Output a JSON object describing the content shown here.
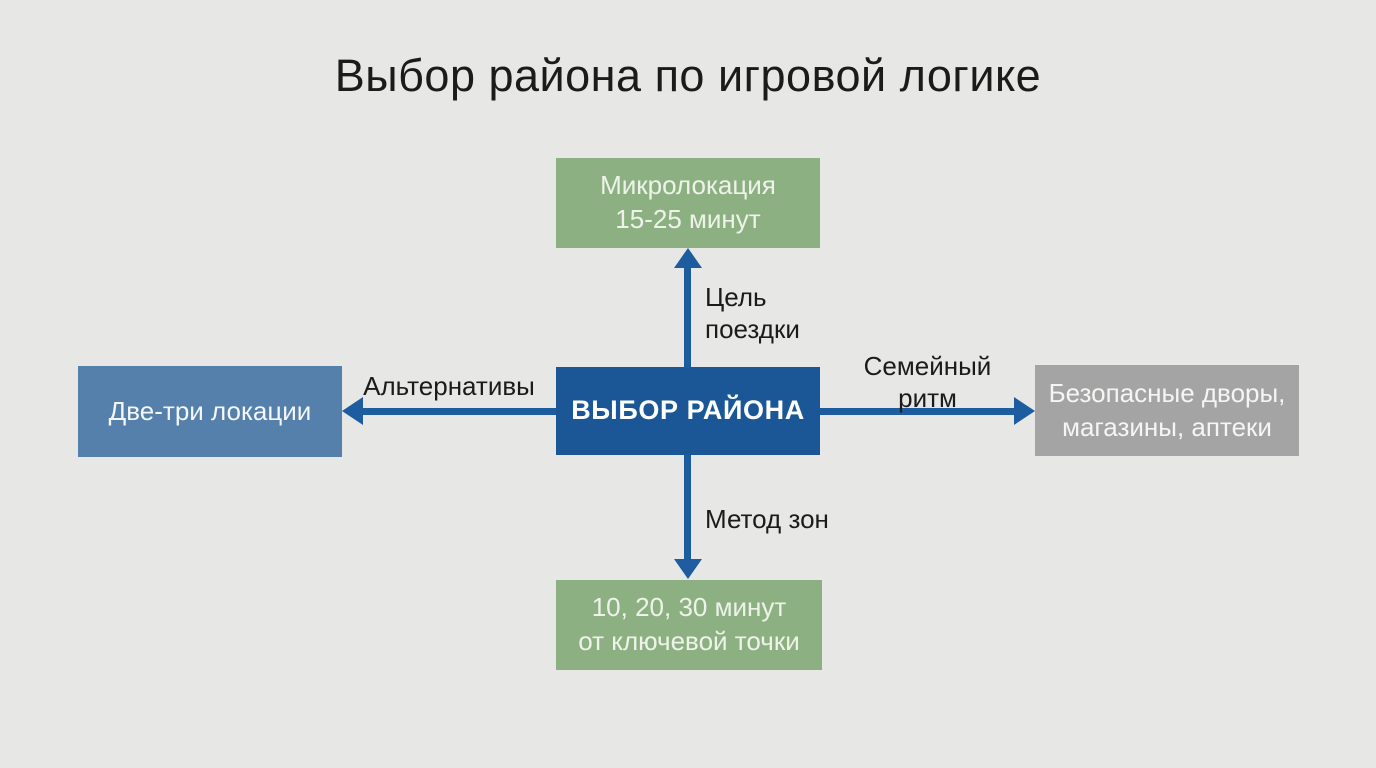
{
  "title": "Выбор района по игровой логике",
  "colors": {
    "bg": "#e7e7e5",
    "ink": "#1b1b1b",
    "green": "#8db083",
    "green_text": "#eef3ea",
    "blue_dark": "#1b5796",
    "blue_mid": "#5480ab",
    "gray": "#a4a4a4",
    "arrow": "#1d5c9e"
  },
  "diagram": {
    "center_node": "ВЫБОР РАЙОНА",
    "top_node": "Микролокация\n15-25 минут",
    "left_node": "Две-три локации",
    "right_node": "Безопасные дворы,\nмагазины, аптеки",
    "bottom_node": "10, 20, 30 минут\nот ключевой точки",
    "edge_labels": {
      "trip_purpose": "Цель\nпоездки",
      "alternatives": "Альтернативы",
      "family_rhythm": "Семейный\nритм",
      "zone_method": "Метод зон"
    }
  }
}
